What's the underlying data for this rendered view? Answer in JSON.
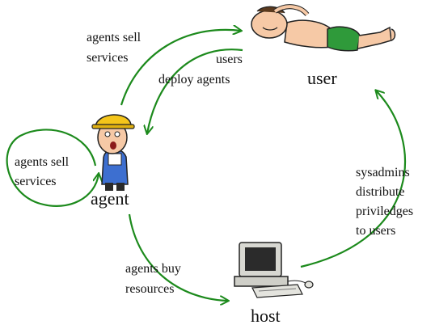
{
  "nodes": {
    "user": "user",
    "agent": "agent",
    "host": "host"
  },
  "edges": {
    "agent_to_user": [
      "agents sell",
      "services"
    ],
    "user_to_agent": [
      "users",
      "deploy agents"
    ],
    "agent_self": [
      "agents sell",
      "services"
    ],
    "agent_to_host": [
      "agents buy",
      "resources"
    ],
    "host_to_user": [
      "sysadmins",
      "distribute",
      "priviledges",
      "to users"
    ]
  },
  "icons": [
    "user-lounging-icon",
    "agent-worker-icon",
    "host-computer-icon"
  ],
  "colors": {
    "arrow": "#1c8a1c",
    "text": "#111111"
  }
}
